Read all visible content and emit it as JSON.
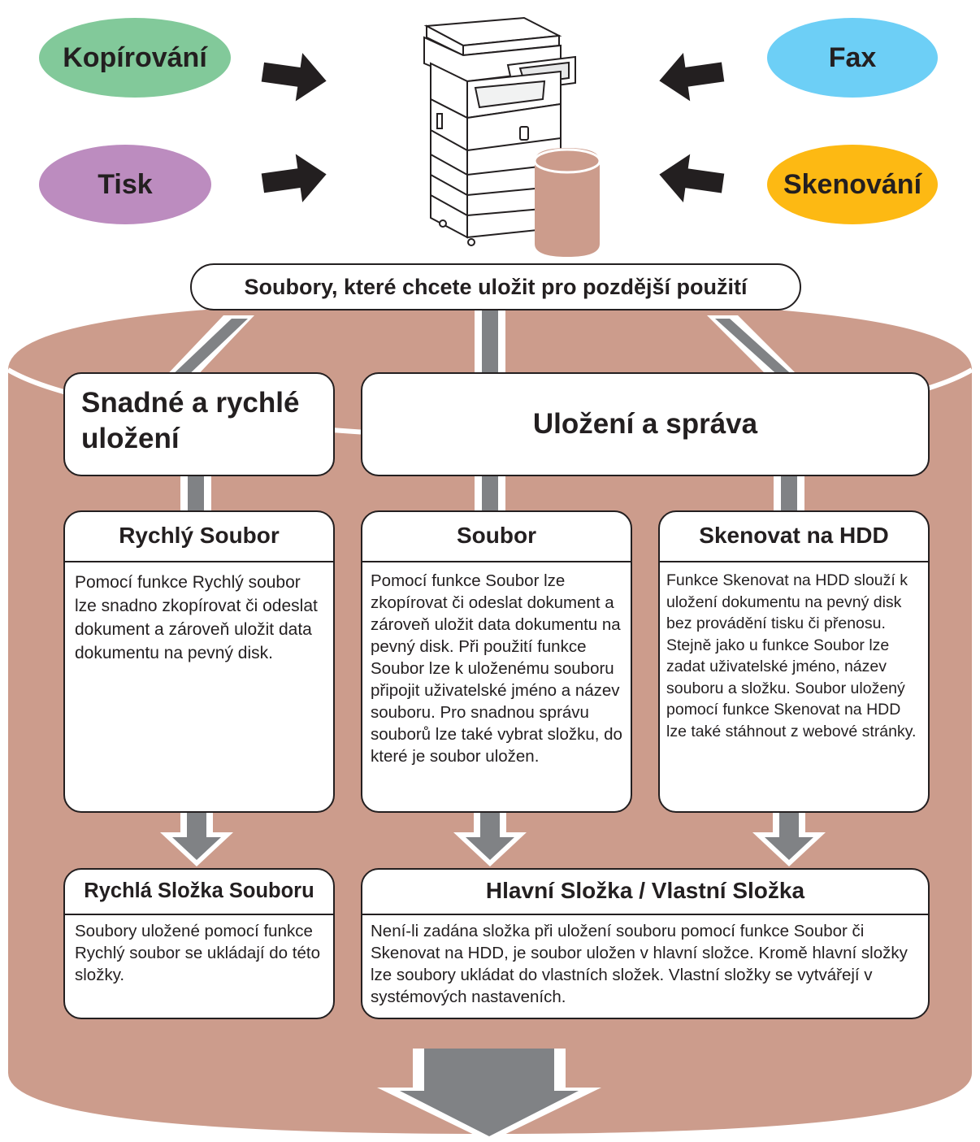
{
  "sources": {
    "copy": "Kopírování",
    "fax": "Fax",
    "print": "Tisk",
    "scan": "Skenování"
  },
  "banner": "Soubory, které chcete uložit pro pozdější použití",
  "categories": {
    "quick": "Snadné a rychlé uložení",
    "manage": "Uložení a správa"
  },
  "functions": {
    "quick_file": {
      "title": "Rychlý Soubor",
      "text": "Pomocí funkce Rychlý soubor lze snadno zkopírovat či odeslat dokument a zároveň uložit data dokumentu na pevný disk."
    },
    "file": {
      "title": "Soubor",
      "text": "Pomocí funkce Soubor lze zkopírovat či odeslat dokument a zároveň uložit data dokumentu na pevný disk. Při použití funkce Soubor lze k uloženému souboru připojit uživatelské jméno a název souboru. Pro snadnou správu souborů lze také vybrat složku, do které je soubor uložen."
    },
    "scan_hdd": {
      "title": "Skenovat na HDD",
      "text": "Funkce Skenovat na HDD slouží k uložení dokumentu na pevný disk bez provádění tisku či přenosu. Stejně jako u funkce Soubor lze zadat uživatelské jméno, název souboru a složku. Soubor uložený pomocí funkce Skenovat na HDD lze také stáhnout z webové stránky."
    }
  },
  "folders": {
    "quick_folder": {
      "title": "Rychlá Složka Souboru",
      "text": "Soubory uložené pomocí funkce Rychlý soubor se ukládají do této složky."
    },
    "main_folder": {
      "title": "Hlavní Složka / Vlastní Složka",
      "text": "Není-li zadána složka při uložení souboru pomocí funkce Soubor či Skenovat na HDD, je soubor uložen v hlavní složce. Kromě hlavní složky lze soubory ukládat do vlastních složek. Vlastní složky se vytvářejí v systémových nastaveních."
    }
  },
  "colors": {
    "copy": "#82c99a",
    "fax": "#6dcff6",
    "print": "#bc8cbf",
    "scan": "#fdb913",
    "storage": "#cc9c8c",
    "arrow": "#808285",
    "ink": "#231f20"
  }
}
